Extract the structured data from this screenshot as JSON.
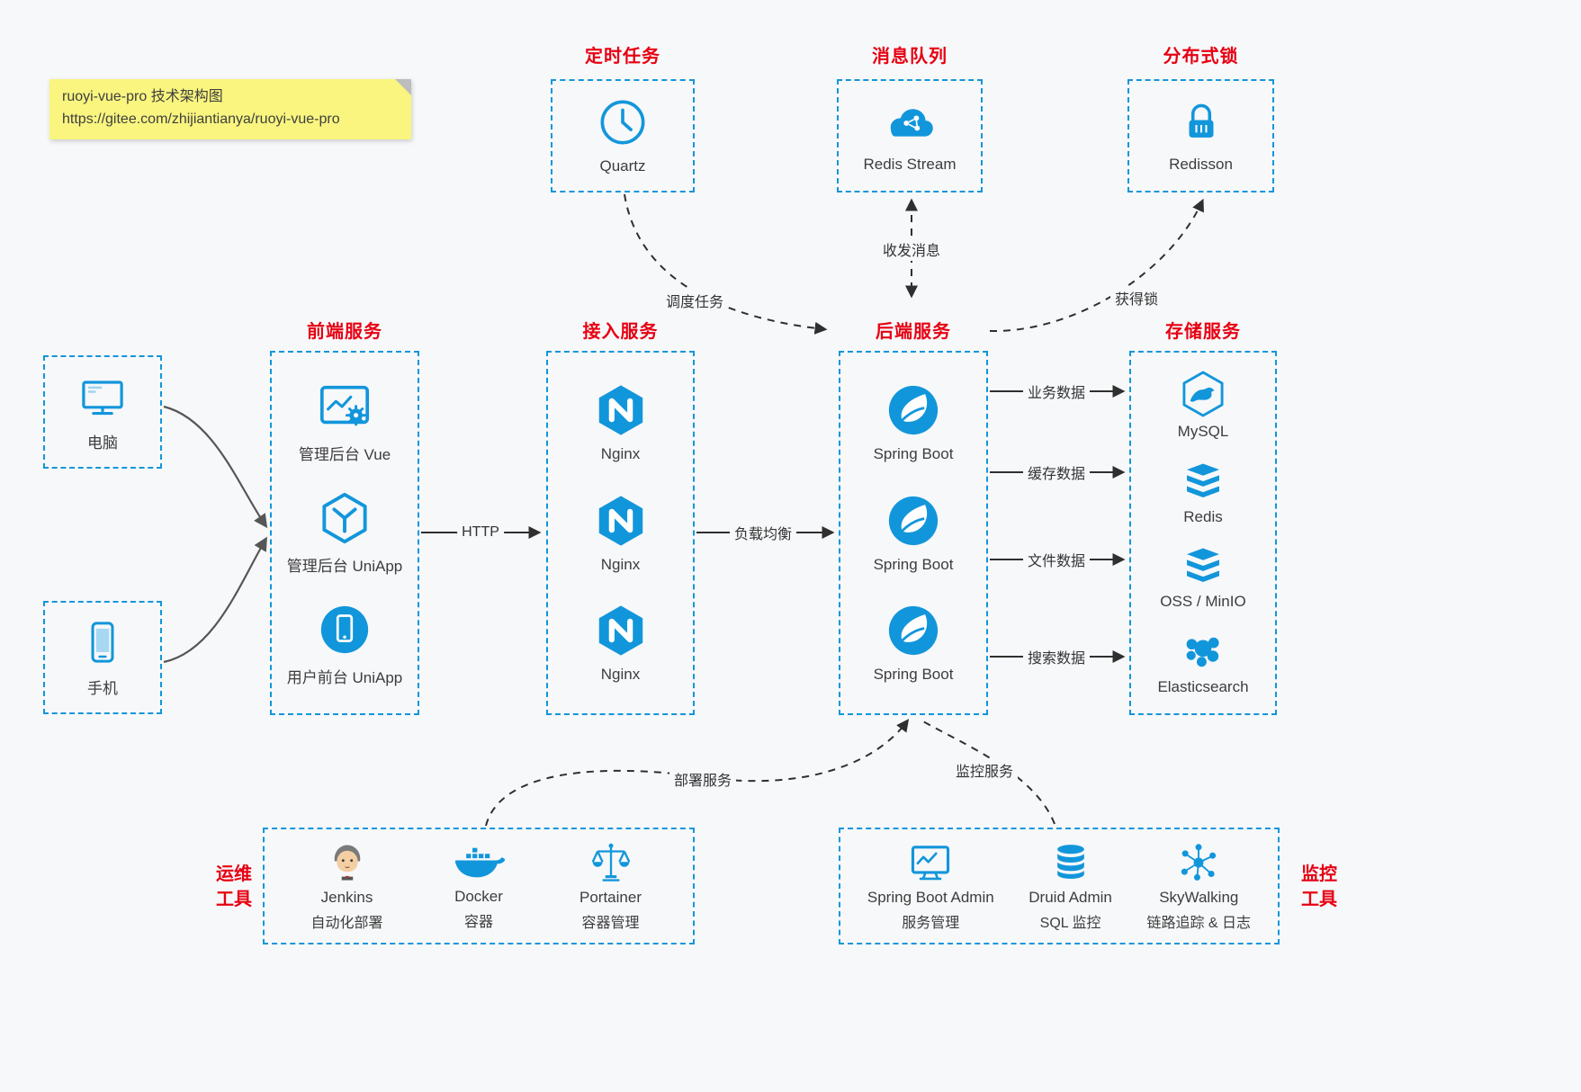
{
  "colors": {
    "accent": "#1296db",
    "red": "#e60012",
    "bg": "#f7f8fa",
    "note_bg": "#f9f57f"
  },
  "note": {
    "line1": "ruoyi-vue-pro 技术架构图",
    "line2": "https://gitee.com/zhijiantianya/ruoyi-vue-pro"
  },
  "top": {
    "quartz": {
      "title": "定时任务",
      "label": "Quartz"
    },
    "mq": {
      "title": "消息队列",
      "label": "Redis Stream"
    },
    "lock": {
      "title": "分布式锁",
      "label": "Redisson"
    }
  },
  "clients": {
    "computer": "电脑",
    "phone": "手机"
  },
  "frontend": {
    "title": "前端服务",
    "items": [
      {
        "label": "管理后台 Vue"
      },
      {
        "label": "管理后台 UniApp"
      },
      {
        "label": "用户前台 UniApp"
      }
    ]
  },
  "gateway": {
    "title": "接入服务",
    "items": [
      {
        "label": "Nginx"
      },
      {
        "label": "Nginx"
      },
      {
        "label": "Nginx"
      }
    ]
  },
  "backend": {
    "title": "后端服务",
    "items": [
      {
        "label": "Spring Boot"
      },
      {
        "label": "Spring Boot"
      },
      {
        "label": "Spring Boot"
      }
    ]
  },
  "storage": {
    "title": "存储服务",
    "items": [
      {
        "label": "MySQL"
      },
      {
        "label": "Redis"
      },
      {
        "label": "OSS / MinIO"
      },
      {
        "label": "Elasticsearch"
      }
    ]
  },
  "devops": {
    "title_line1": "运维",
    "title_line2": "工具",
    "items": [
      {
        "name": "Jenkins",
        "desc": "自动化部署"
      },
      {
        "name": "Docker",
        "desc": "容器"
      },
      {
        "name": "Portainer",
        "desc": "容器管理"
      }
    ]
  },
  "monitor": {
    "title_line1": "监控",
    "title_line2": "工具",
    "items": [
      {
        "name": "Spring Boot Admin",
        "desc": "服务管理"
      },
      {
        "name": "Druid Admin",
        "desc": "SQL 监控"
      },
      {
        "name": "SkyWalking",
        "desc": "链路追踪 & 日志"
      }
    ]
  },
  "edges": {
    "http": "HTTP",
    "load_balance": "负载均衡",
    "schedule": "调度任务",
    "messages": "收发消息",
    "get_lock": "获得锁",
    "business_data": "业务数据",
    "cache_data": "缓存数据",
    "file_data": "文件数据",
    "search_data": "搜索数据",
    "deploy": "部署服务",
    "monitor": "监控服务"
  }
}
